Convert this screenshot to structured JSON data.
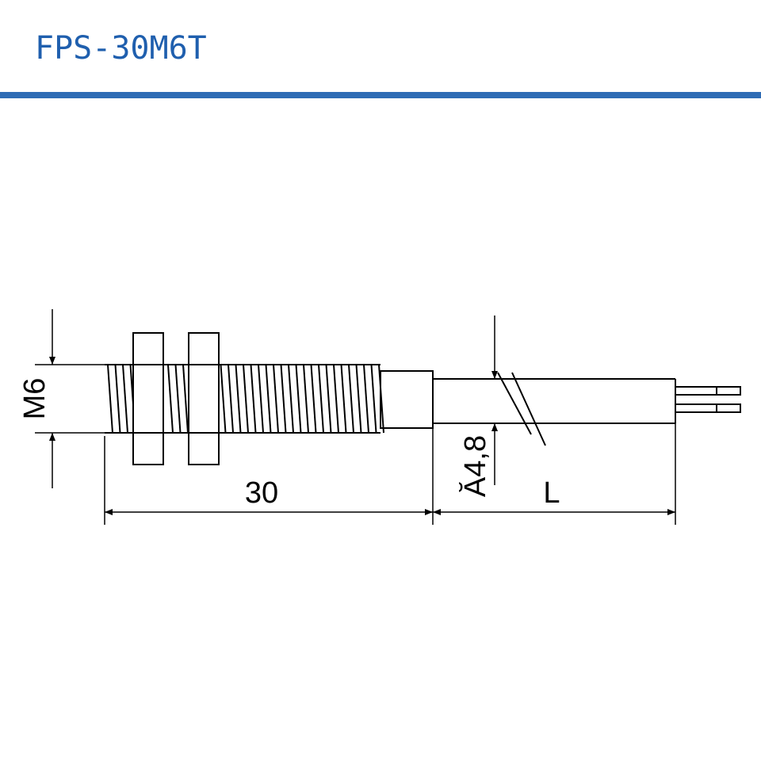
{
  "header": {
    "title": "FPS-30M6T",
    "rule_color": "#2f6cb5",
    "title_color": "#1f5fae"
  },
  "drawing": {
    "thread_label": "M6",
    "body_length_label": "30",
    "cable_diameter_label": "Ă4,8",
    "cable_length_label": "L"
  }
}
